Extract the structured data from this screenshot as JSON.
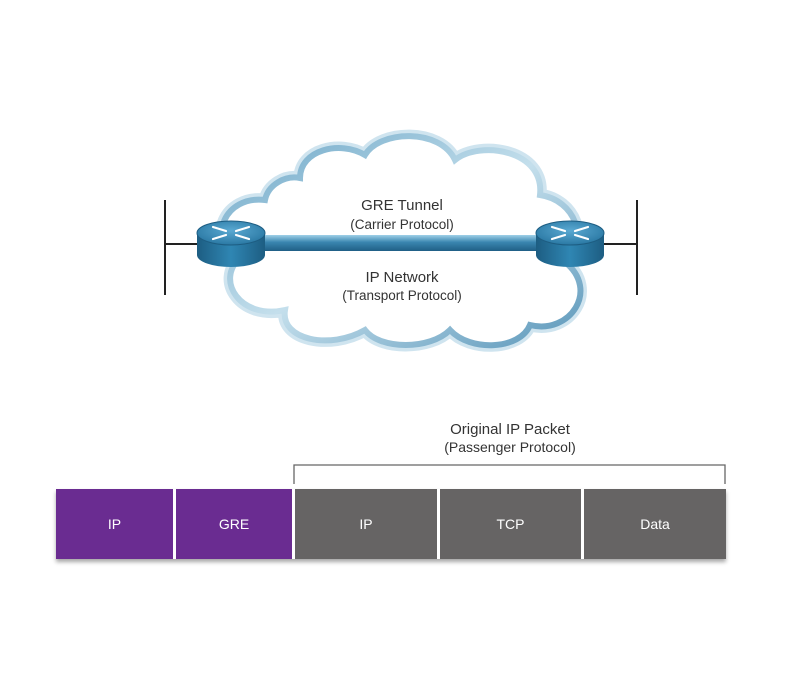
{
  "cloud": {
    "tunnel_title": "GRE Tunnel",
    "tunnel_subtitle": "(Carrier Protocol)",
    "network_title": "IP Network",
    "network_subtitle": "(Transport Protocol)"
  },
  "bracket": {
    "title": "Original IP Packet",
    "subtitle": "(Passenger Protocol)"
  },
  "packet": {
    "segments": [
      {
        "label": "IP",
        "color": "#6a2c91"
      },
      {
        "label": "GRE",
        "color": "#6a2c91"
      },
      {
        "label": "IP",
        "color": "#666464"
      },
      {
        "label": "TCP",
        "color": "#666464"
      },
      {
        "label": "Data",
        "color": "#666464"
      }
    ]
  },
  "colors": {
    "cloud_outline": "#5e9bbd",
    "cloud_outline_light": "#bcd9e8",
    "router": "#2f7fa8",
    "router_dark": "#1d5d82",
    "tunnel": "#3a86b0"
  },
  "icons": {
    "router": "router-icon"
  }
}
